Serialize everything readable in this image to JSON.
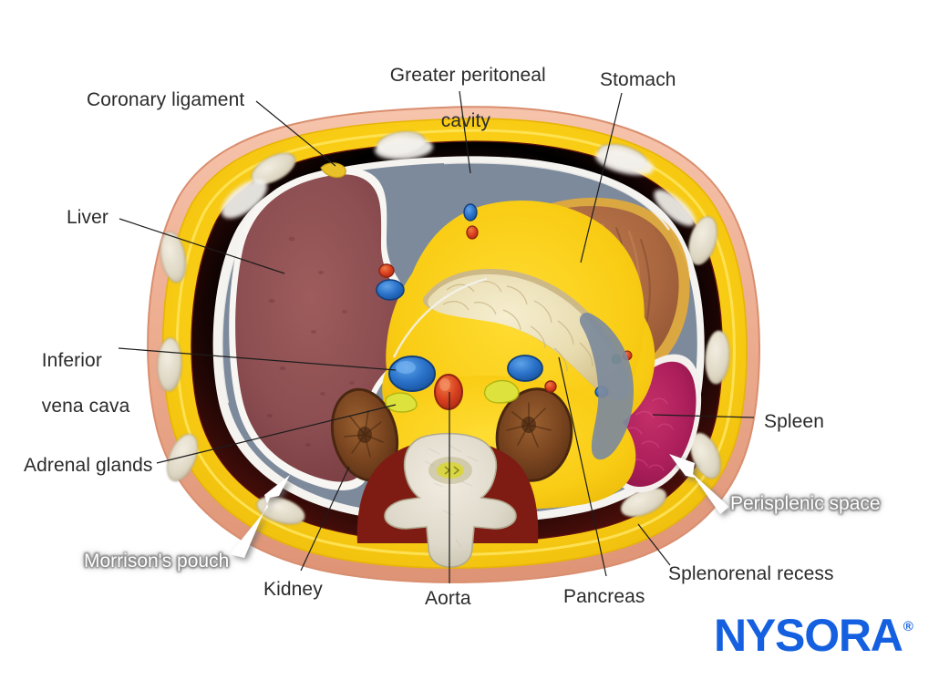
{
  "figure": {
    "title": "Transverse (axial) cross-section of the upper abdomen",
    "brand": {
      "name": "NYSORA",
      "registered_mark": "®",
      "color": "#1560e0"
    },
    "palette": {
      "skin": "#f0b49a",
      "skin_outer": "#e8a184",
      "subcutaneous_fat": "#f5c518",
      "fat_bright": "#ffd92e",
      "muscle": "#8c1f16",
      "muscle_dark": "#731710",
      "peritoneal_space": "#7d8a9c",
      "peritoneum_line": "#f2f2ee",
      "liver": "#8d4f52",
      "stomach": "#a9663f",
      "spleen": "#b0215c",
      "pancreas": "#ebdfb4",
      "kidney": "#7b4620",
      "vertebra": "#ddd8c9",
      "aorta": "#d9401f",
      "ivc": "#2a72c9",
      "adrenal": "#dbe33a",
      "rib": "#ded7c5"
    }
  },
  "labels": [
    {
      "id": "coronary-ligament",
      "text": "Coronary ligament",
      "type": "leader"
    },
    {
      "id": "greater-peritoneal",
      "line1": "Greater peritoneal",
      "line2": "cavity",
      "type": "leader"
    },
    {
      "id": "stomach",
      "text": "Stomach",
      "type": "leader"
    },
    {
      "id": "liver",
      "text": "Liver",
      "type": "leader"
    },
    {
      "id": "inferior-vena-cava",
      "line1": "Inferior",
      "line2": "vena cava",
      "type": "leader"
    },
    {
      "id": "adrenal-glands",
      "text": "Adrenal glands",
      "type": "leader"
    },
    {
      "id": "spleen",
      "text": "Spleen",
      "type": "leader"
    },
    {
      "id": "kidney",
      "text": "Kidney",
      "type": "leader"
    },
    {
      "id": "aorta",
      "text": "Aorta",
      "type": "leader"
    },
    {
      "id": "pancreas",
      "text": "Pancreas",
      "type": "leader"
    },
    {
      "id": "splenorenal-recess",
      "text": "Splenorenal recess",
      "type": "leader"
    },
    {
      "id": "morrisons-pouch",
      "text": "Morrison's pouch",
      "type": "arrow-callout"
    },
    {
      "id": "perisplenic-space",
      "text": "Perisplenic space",
      "type": "arrow-callout"
    }
  ],
  "text": {
    "coronary_ligament": "Coronary ligament",
    "greater_peritoneal_1": "Greater peritoneal",
    "greater_peritoneal_2": "cavity",
    "stomach": "Stomach",
    "liver": "Liver",
    "ivc_1": "Inferior",
    "ivc_2": "vena cava",
    "adrenal_glands": "Adrenal glands",
    "spleen": "Spleen",
    "kidney": "Kidney",
    "aorta": "Aorta",
    "pancreas": "Pancreas",
    "splenorenal_recess": "Splenorenal recess",
    "morrisons_pouch": "Morrison's pouch",
    "perisplenic_space": "Perisplenic space",
    "logo": "NYSORA",
    "logo_reg": "®"
  }
}
